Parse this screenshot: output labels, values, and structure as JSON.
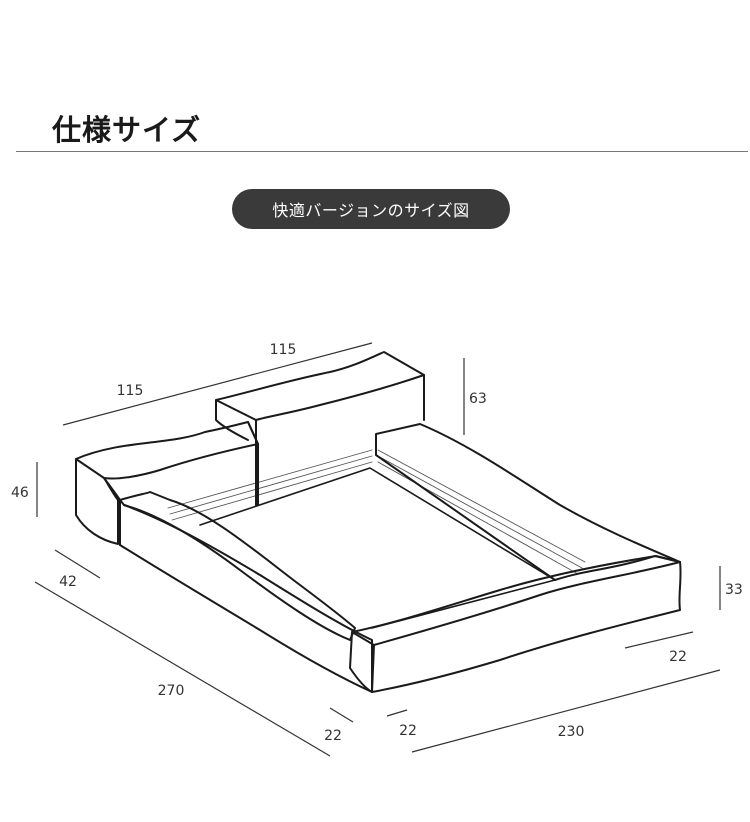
{
  "header": {
    "title": "仕様サイズ"
  },
  "badge": {
    "label": "快適バージョンのサイズ図"
  },
  "dimensions": {
    "top_back": "115",
    "top_left": "115",
    "height_headboard": "63",
    "height_left": "46",
    "width_side": "42",
    "length_total": "270",
    "end_left": "22",
    "front_left": "22",
    "width_total": "230",
    "front_right": "22",
    "height_front": "33"
  },
  "colors": {
    "pill_bg": "#3a3a3a",
    "line": "#1a1a1a"
  }
}
